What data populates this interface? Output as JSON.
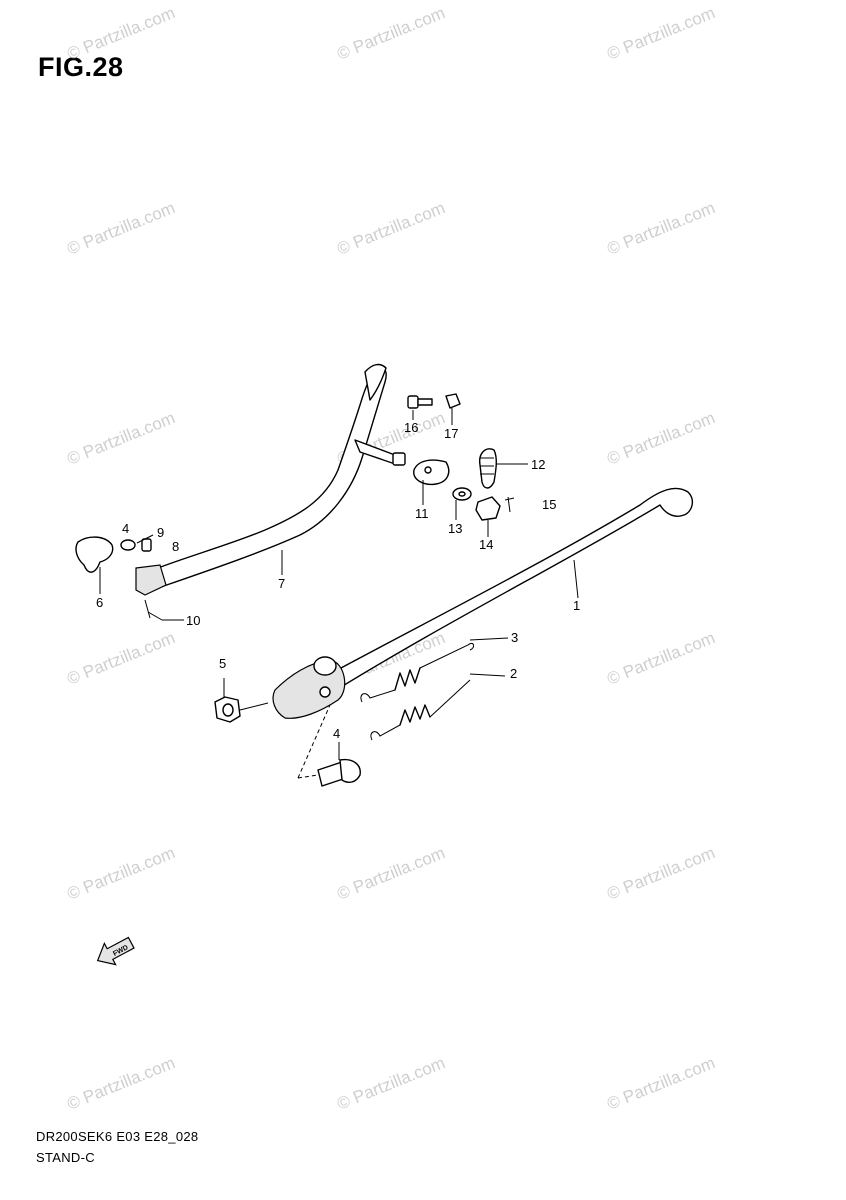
{
  "header": {
    "figure_title": "FIG.28"
  },
  "footer": {
    "model_code": "DR200SEK6 E03 E28_028",
    "section_name": "STAND-C"
  },
  "watermark": {
    "text": "© Partzilla.com",
    "color": "#cfcfcf"
  },
  "callouts": [
    {
      "key": "c1",
      "label": "1"
    },
    {
      "key": "c2",
      "label": "2"
    },
    {
      "key": "c3",
      "label": "3"
    },
    {
      "key": "c4a",
      "label": "4"
    },
    {
      "key": "c4b",
      "label": "4"
    },
    {
      "key": "c5",
      "label": "5"
    },
    {
      "key": "c6",
      "label": "6"
    },
    {
      "key": "c7",
      "label": "7"
    },
    {
      "key": "c8",
      "label": "8"
    },
    {
      "key": "c9",
      "label": "9"
    },
    {
      "key": "c10",
      "label": "10"
    },
    {
      "key": "c11",
      "label": "11"
    },
    {
      "key": "c12",
      "label": "12"
    },
    {
      "key": "c13",
      "label": "13"
    },
    {
      "key": "c14",
      "label": "14"
    },
    {
      "key": "c15",
      "label": "15"
    },
    {
      "key": "c16",
      "label": "16"
    },
    {
      "key": "c17",
      "label": "17"
    }
  ],
  "forward_indicator": {
    "label": "FWD",
    "icon": "forward-arrow-icon"
  }
}
